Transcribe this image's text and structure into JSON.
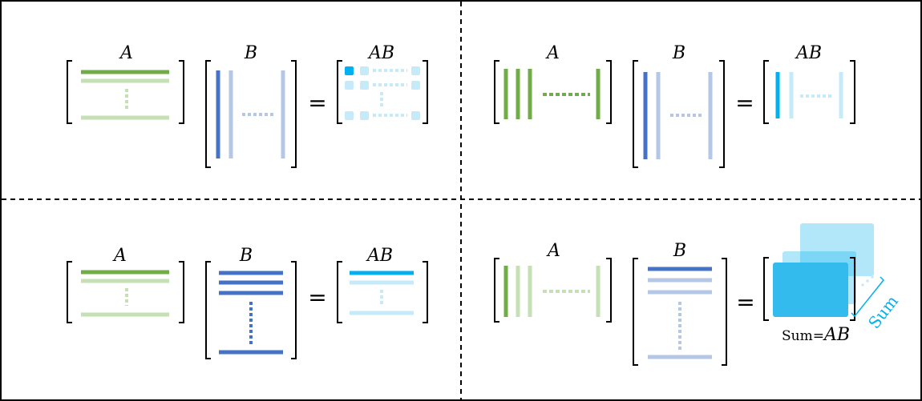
{
  "labels": {
    "a": "A",
    "b": "B",
    "ab": "AB",
    "equals": "="
  },
  "sum_formula": {
    "prefix": "Sum=",
    "suffix": "AB"
  },
  "sum_side_label": "Sum",
  "colors": {
    "green_dark": "#70ad47",
    "green_light": "#c5e0b4",
    "blue_dark": "#4472c4",
    "blue_light": "#b4c7e7",
    "cyan": "#00b0f0",
    "cyan_light": "#c5ebfb",
    "cyan_mid": "#33bbee",
    "sum_text": "#00b0f0"
  }
}
